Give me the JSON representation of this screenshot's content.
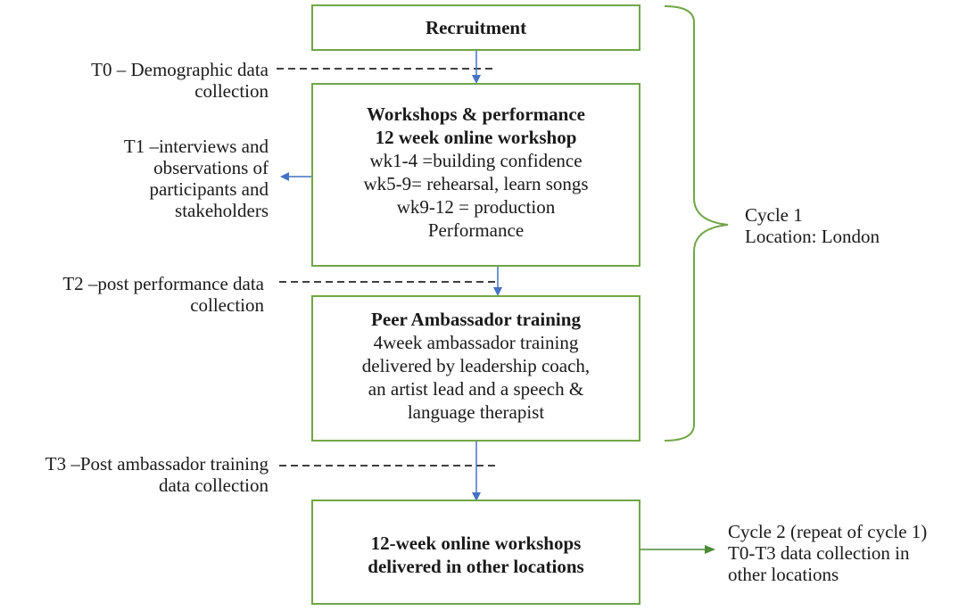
{
  "boxes": {
    "recruitment": {
      "title": "Recruitment"
    },
    "workshops": {
      "title_lines": [
        "Workshops & performance",
        "12 week  online workshop"
      ],
      "lines": [
        "wk1-4 =building confidence",
        "wk5-9= rehearsal, learn songs",
        "wk9-12 = production",
        "Performance"
      ]
    },
    "ambassador": {
      "title": "Peer Ambassador training",
      "lines": [
        "4week ambassador training",
        "delivered by leadership coach,",
        "an artist lead and a speech &",
        "language therapist"
      ]
    },
    "online": {
      "title_lines": [
        "12-week online workshops",
        "delivered in other locations"
      ]
    }
  },
  "timepoints": {
    "t0": [
      "T0 – Demographic data",
      "collection"
    ],
    "t1": [
      "T1 –interviews and",
      "observations of",
      "participants and",
      "stakeholders"
    ],
    "t2": [
      "T2 –post performance data",
      "collection"
    ],
    "t3": [
      "T3 –Post ambassador training",
      "data collection"
    ]
  },
  "cycle1": [
    "Cycle 1",
    "Location: London"
  ],
  "cycle2": [
    "Cycle 2 (repeat of cycle 1)",
    "T0-T3 data collection in",
    "other locations"
  ],
  "colors": {
    "box_border": "#71a646",
    "arrow_blue": "#4472c4",
    "arrow_green": "#4e8a3a",
    "dashed": "#000000"
  }
}
